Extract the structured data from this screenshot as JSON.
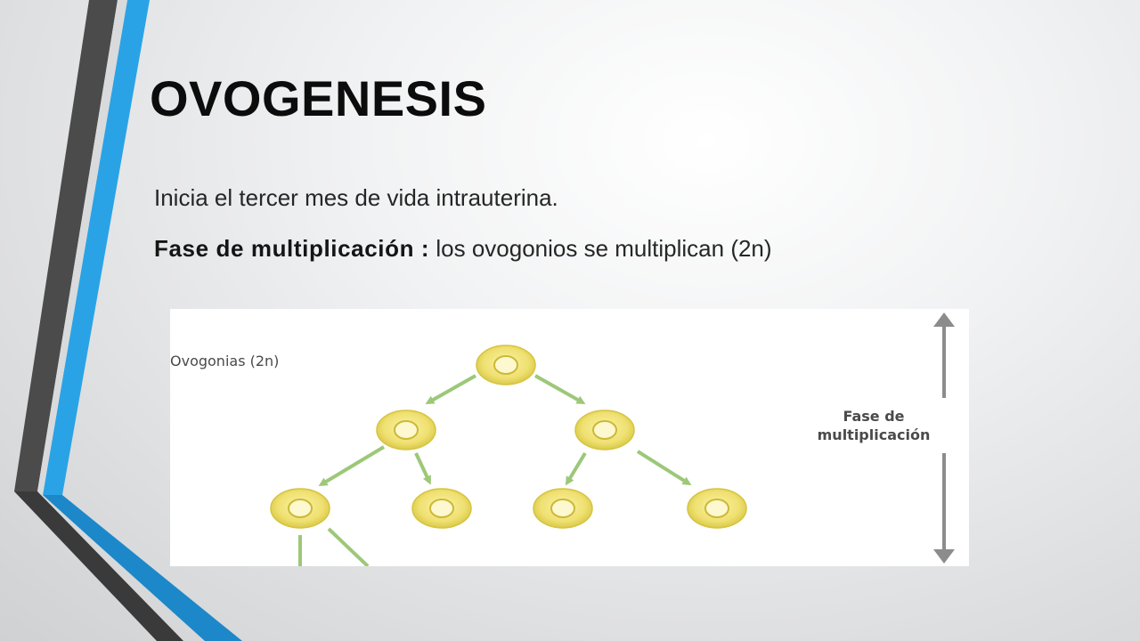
{
  "slide": {
    "title": "OVOGENESIS",
    "line1": "Inicia el tercer mes de vida intrauterina.",
    "line2_bold": "Fase de multiplicación :",
    "line2_rest": " los ovogonios se multiplican (2n)"
  },
  "figure": {
    "cell_label": "Ovogonias (2n)",
    "phase_label_line1": "Fase de",
    "phase_label_line2": "multiplicación"
  },
  "colors": {
    "accent_blue": "#2aa3e6",
    "accent_dark": "#3a3a3a",
    "cell_fill": "#f1e67a",
    "arrow_green": "#9cc878",
    "arrow_gray": "#8c8c8c"
  }
}
